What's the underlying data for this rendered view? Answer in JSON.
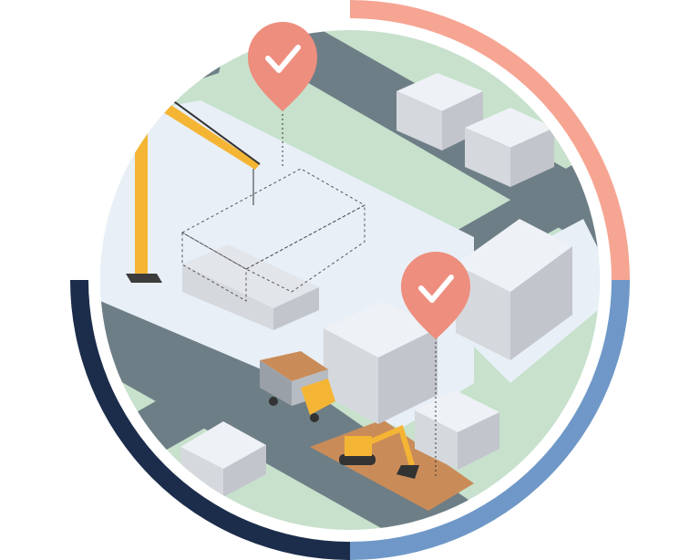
{
  "illustration": {
    "subject": "isometric-construction-site",
    "icons": [
      "check-pin-icon",
      "check-pin-icon",
      "tower-crane",
      "dump-truck",
      "excavator"
    ],
    "colors": {
      "ring_top_right": "#f6a593",
      "ring_bottom_right": "#6f98c8",
      "ring_left": "#1b2d4b",
      "grass": "#c7e1cc",
      "road": "#6e7e86",
      "lot": "#e8eff7",
      "building_top": "#eef1f5",
      "building_left": "#d5d8dd",
      "building_right": "#c2c6cc",
      "pin": "#ee8e7e",
      "crane": "#f5b534",
      "dirt": "#c98c59"
    }
  }
}
